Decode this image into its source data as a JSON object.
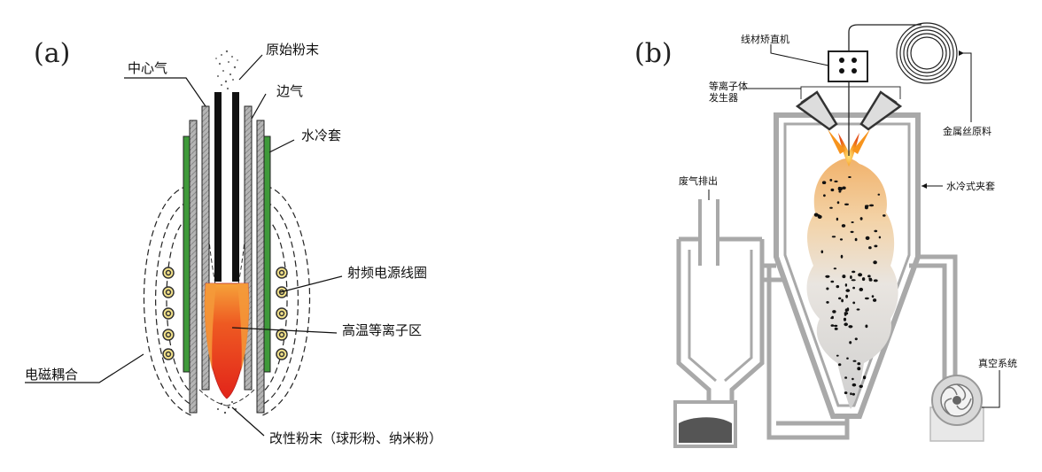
{
  "panel_a": {
    "tag": "(a)",
    "labels": {
      "raw_powder": "原始粉末",
      "center_gas": "中心气",
      "side_gas": "边气",
      "water_jacket": "水冷套",
      "rf_coil": "射频电源线圈",
      "plasma_zone": "高温等离子区",
      "em_coupling": "电磁耦合",
      "modified_powder": "改性粉末（球形粉、纳米粉）"
    }
  },
  "panel_b": {
    "tag": "(b)",
    "labels": {
      "wire_straightener": "线材矫直机",
      "plasma_generator_1": "等离子体",
      "plasma_generator_2": "发生器",
      "metal_wire_material": "金属丝原料",
      "exhaust": "废气排出",
      "water_cooled_jacket": "水冷式夹套",
      "vacuum_system": "真空系统"
    }
  },
  "colors": {
    "green_jacket": "#3f9a3a",
    "plasma_red": "#e8311a",
    "plasma_orange": "#f39a2e",
    "flame_tan": "#f0b46a",
    "chamber_gray": "#a9a9a9"
  }
}
